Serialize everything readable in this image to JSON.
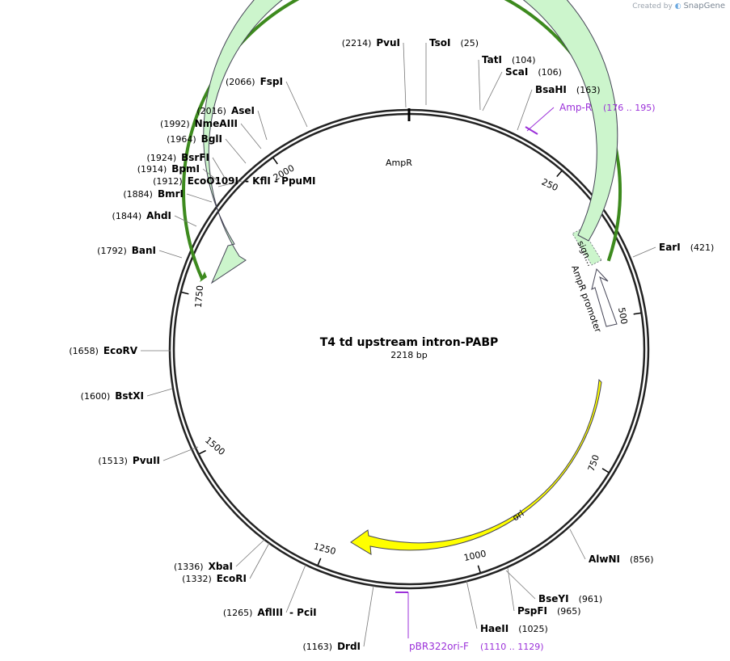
{
  "watermark": {
    "prefix": "Created by",
    "brand": "SnapGene"
  },
  "plasmid": {
    "name": "T4 td upstream intron-PABP",
    "size": "2218 bp",
    "length": 2218
  },
  "ticks": [
    {
      "pos": 250,
      "label": "250"
    },
    {
      "pos": 500,
      "label": "500"
    },
    {
      "pos": 750,
      "label": "750"
    },
    {
      "pos": 1000,
      "label": "1000"
    },
    {
      "pos": 1250,
      "label": "1250"
    },
    {
      "pos": 1500,
      "label": "1500"
    },
    {
      "pos": 1750,
      "label": "1750"
    },
    {
      "pos": 2000,
      "label": "2000"
    }
  ],
  "sites": [
    {
      "name": "PvuI",
      "pos": "(2214)",
      "side": "left"
    },
    {
      "name": "TsoI",
      "pos": "(25)",
      "side": "right"
    },
    {
      "name": "TatI",
      "pos": "(104)",
      "side": "right"
    },
    {
      "name": "ScaI",
      "pos": "(106)",
      "side": "right"
    },
    {
      "name": "BsaHI",
      "pos": "(163)",
      "side": "right"
    },
    {
      "name": "EarI",
      "pos": "(421)",
      "side": "right"
    },
    {
      "name": "AlwNI",
      "pos": "(856)",
      "side": "right"
    },
    {
      "name": "BseYI",
      "pos": "(961)",
      "side": "right"
    },
    {
      "name": "PspFI",
      "pos": "(965)",
      "side": "right"
    },
    {
      "name": "HaeII",
      "pos": "(1025)",
      "side": "right"
    },
    {
      "name": "DrdI",
      "pos": "(1163)",
      "side": "left"
    },
    {
      "name": "AflIII",
      "pos": "(1265)",
      "side": "left",
      "extra": "- PciI"
    },
    {
      "name": "EcoRI",
      "pos": "(1332)",
      "side": "left"
    },
    {
      "name": "XbaI",
      "pos": "(1336)",
      "side": "left"
    },
    {
      "name": "PvuII",
      "pos": "(1513)",
      "side": "left"
    },
    {
      "name": "BstXI",
      "pos": "(1600)",
      "side": "left"
    },
    {
      "name": "EcoRV",
      "pos": "(1658)",
      "side": "left"
    },
    {
      "name": "BanI",
      "pos": "(1792)",
      "side": "left"
    },
    {
      "name": "AhdI",
      "pos": "(1844)",
      "side": "left"
    },
    {
      "name": "BmrI",
      "pos": "(1884)",
      "side": "left"
    },
    {
      "name": "EcoO109I",
      "pos": "(1912)",
      "side": "left",
      "extra": "- KflI - PpuMI"
    },
    {
      "name": "BpmI",
      "pos": "(1914)",
      "side": "left"
    },
    {
      "name": "BsrFI",
      "pos": "(1924)",
      "side": "left"
    },
    {
      "name": "BglI",
      "pos": "(1964)",
      "side": "left"
    },
    {
      "name": "NmeAIII",
      "pos": "(1992)",
      "side": "left"
    },
    {
      "name": "AseI",
      "pos": "(2016)",
      "side": "left"
    },
    {
      "name": "FspI",
      "pos": "(2066)",
      "side": "left"
    }
  ],
  "features": {
    "ampr": {
      "label": "AmpR",
      "color": "#ccf5cc"
    },
    "signal": {
      "label": "sign..."
    },
    "promoter": {
      "label": "AmpR promoter"
    },
    "ori": {
      "label": "ori",
      "color": "#ffff00"
    }
  },
  "primers": [
    {
      "name": "Amp-R",
      "range": "(176 .. 195)"
    },
    {
      "name": "pBR322ori-F",
      "range": "(1110 .. 1129)"
    }
  ],
  "colors": {
    "primer": "#9b30d9",
    "ampr_fill": "#ccf5cc",
    "ori_fill": "#ffff00",
    "sites": "#000000"
  }
}
